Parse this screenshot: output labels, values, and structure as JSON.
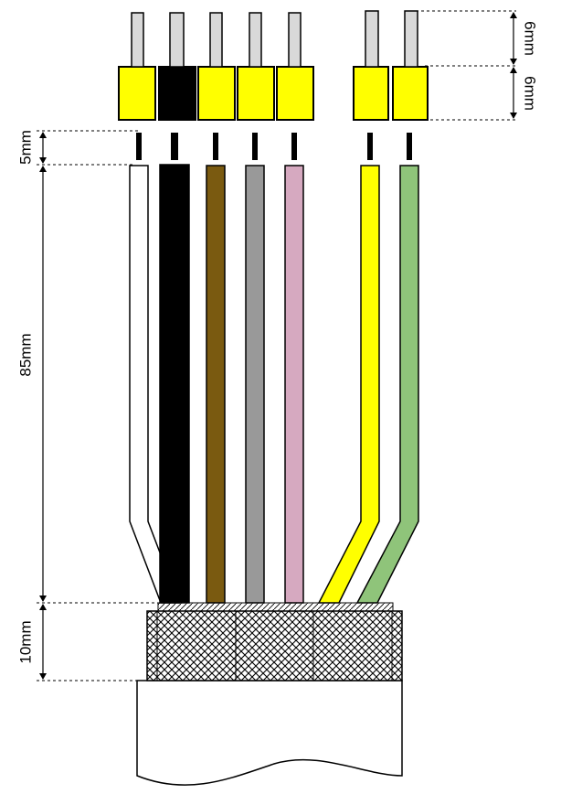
{
  "dimensions": {
    "pin_length": "6mm",
    "ferrule_length": "6mm",
    "gap_length": "5mm",
    "wire_length": "85mm",
    "braid_length": "10mm"
  },
  "wires": [
    {
      "color": "#ffffff",
      "ferrule_color": "#ffff00"
    },
    {
      "color": "#000000",
      "ferrule_color": "#000000"
    },
    {
      "color": "#7a5a10",
      "ferrule_color": "#ffff00"
    },
    {
      "color": "#999999",
      "ferrule_color": "#ffff00"
    },
    {
      "color": "#d6a9c0",
      "ferrule_color": "#ffff00"
    },
    {
      "color": "#ffff00",
      "ferrule_color": "#ffff00"
    },
    {
      "color": "#8fc47a",
      "ferrule_color": "#ffff00"
    }
  ],
  "colors": {
    "pin": "#d9d9d9",
    "outline": "#000000",
    "cable_jacket": "#ffffff"
  }
}
